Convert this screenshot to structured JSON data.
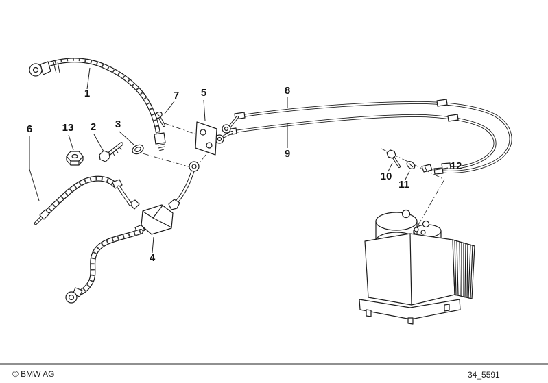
{
  "diagram": {
    "callouts": [
      {
        "label": "1"
      },
      {
        "label": "2"
      },
      {
        "label": "3"
      },
      {
        "label": "4"
      },
      {
        "label": "5"
      },
      {
        "label": "6"
      },
      {
        "label": "7"
      },
      {
        "label": "8"
      },
      {
        "label": "9"
      },
      {
        "label": "10"
      },
      {
        "label": "11"
      },
      {
        "label": "12"
      },
      {
        "label": "13"
      }
    ],
    "footer": {
      "copyright": "© BMW AG",
      "drawing_number": "34_5591"
    },
    "colors": {
      "ink": "#1c1c1c",
      "background": "#ffffff"
    }
  }
}
